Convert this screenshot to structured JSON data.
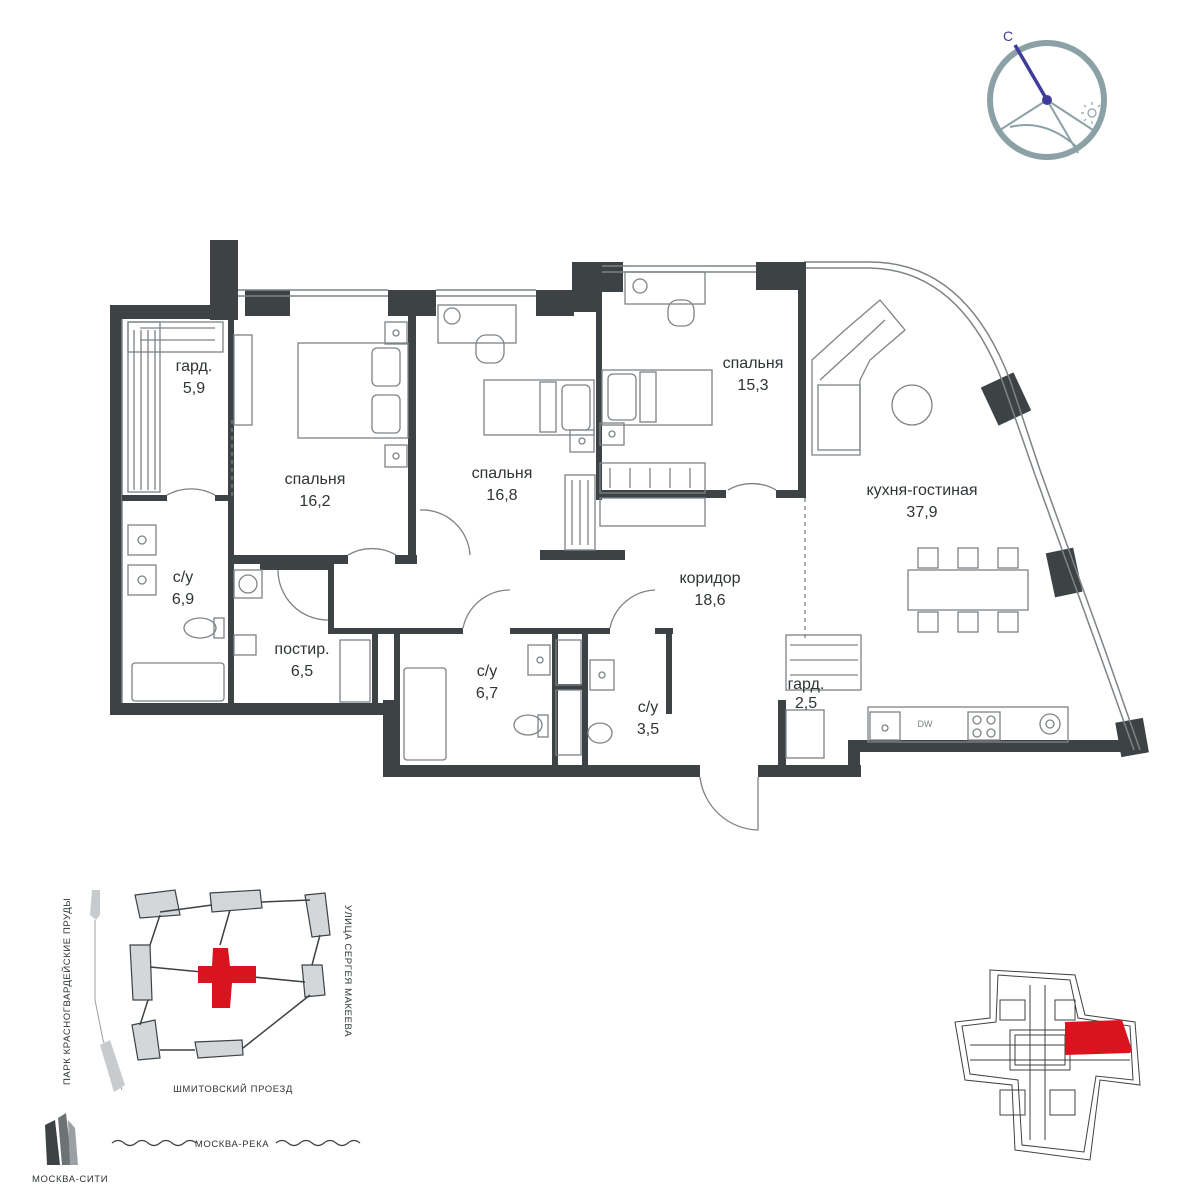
{
  "colors": {
    "wall": "#3d4245",
    "line": "#7d8386",
    "compass_ring": "#8ba1a6",
    "compass_needle": "#3f3d9a",
    "highlight": "#d8141e",
    "text": "#2f3436"
  },
  "compass": {
    "north_label": "С",
    "sun_icon": "sun-icon"
  },
  "rooms": [
    {
      "id": "wardrobe-1",
      "name": "гард.",
      "area": "5,9"
    },
    {
      "id": "bedroom-1",
      "name": "спальня",
      "area": "16,2"
    },
    {
      "id": "bedroom-2",
      "name": "спальня",
      "area": "16,8"
    },
    {
      "id": "bedroom-3",
      "name": "спальня",
      "area": "15,3"
    },
    {
      "id": "kitchen-living",
      "name": "кухня-гостиная",
      "area": "37,9"
    },
    {
      "id": "bathroom-1",
      "name": "с/у",
      "area": "6,9"
    },
    {
      "id": "laundry",
      "name": "постир.",
      "area": "6,5"
    },
    {
      "id": "bathroom-2",
      "name": "с/у",
      "area": "6,7"
    },
    {
      "id": "bathroom-3",
      "name": "с/у",
      "area": "3,5"
    },
    {
      "id": "corridor",
      "name": "коридор",
      "area": "18,6"
    },
    {
      "id": "wardrobe-2",
      "name": "гард.",
      "area": "2,5"
    }
  ],
  "appliances": {
    "dishwasher": "DW"
  },
  "site_map": {
    "park_label": "ПАРК КРАСНОГВАРДЕЙСКИЕ ПРУДЫ",
    "street_label": "УЛИЦА СЕРГЕЯ МАКЕЕВА",
    "road_label": "ШМИТОВСКИЙ ПРОЕЗД",
    "river_label": "МОСКВА-РЕКА",
    "logo_label": "МОСКВА-СИТИ"
  }
}
